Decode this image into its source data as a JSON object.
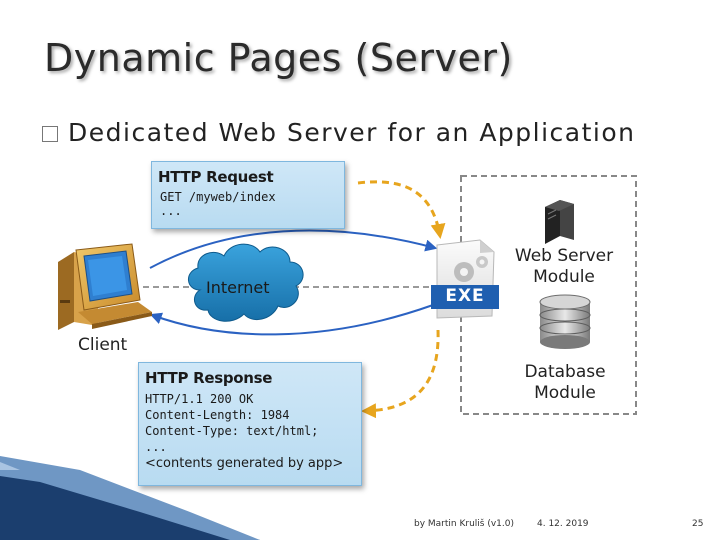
{
  "title": "Dynamic Pages (Server)",
  "bullet": "Dedicated Web Server for an Application",
  "request": {
    "title": "HTTP Request",
    "lines": [
      "GET /myweb/index",
      "..."
    ]
  },
  "response": {
    "title": "HTTP Response",
    "lines": [
      "HTTP/1.1 200 OK",
      "Content-Length: 1984",
      "Content-Type: text/html;",
      "..."
    ],
    "note": "<contents generated by app>"
  },
  "labels": {
    "internet": "Internet",
    "client": "Client",
    "web_server_line1": "Web Server",
    "web_server_line2": "Module",
    "database_line1": "Database",
    "database_line2": "Module",
    "exe": "EXE"
  },
  "footer": {
    "author": "by Martin Kruliš (v1.0)",
    "date": "4. 12. 2019",
    "page": "25"
  },
  "colors": {
    "blue_arrow": "#2b62c2",
    "gold_arrow": "#e7a51e",
    "cloud": "#1f86c2",
    "dashed_border": "#888888",
    "box_fill": "#c3e0f4"
  }
}
